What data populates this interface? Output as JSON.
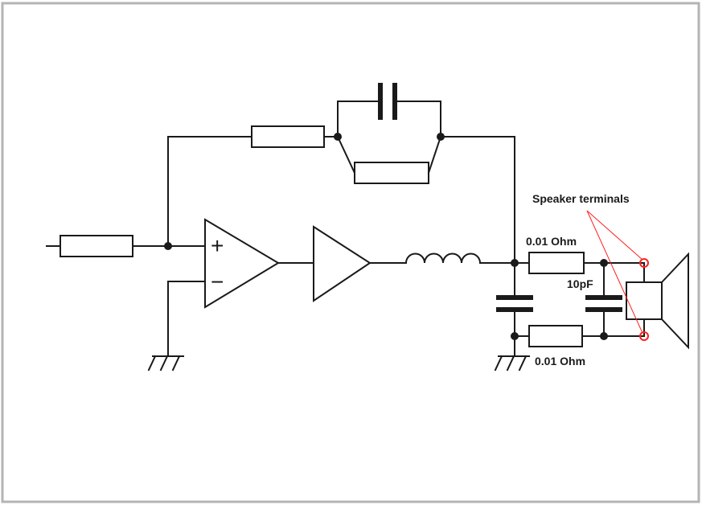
{
  "labels": {
    "speaker_terminals": "Speaker terminals",
    "resistor_top": "0.01 Ohm",
    "resistor_bottom": "0.01 Ohm",
    "capacitor": "10pF",
    "plus_sign": "+",
    "minus_sign": "−"
  },
  "colors": {
    "wire": "#1a1a1a",
    "annotation": "#ff2020",
    "frame": "#b4b4b4"
  }
}
